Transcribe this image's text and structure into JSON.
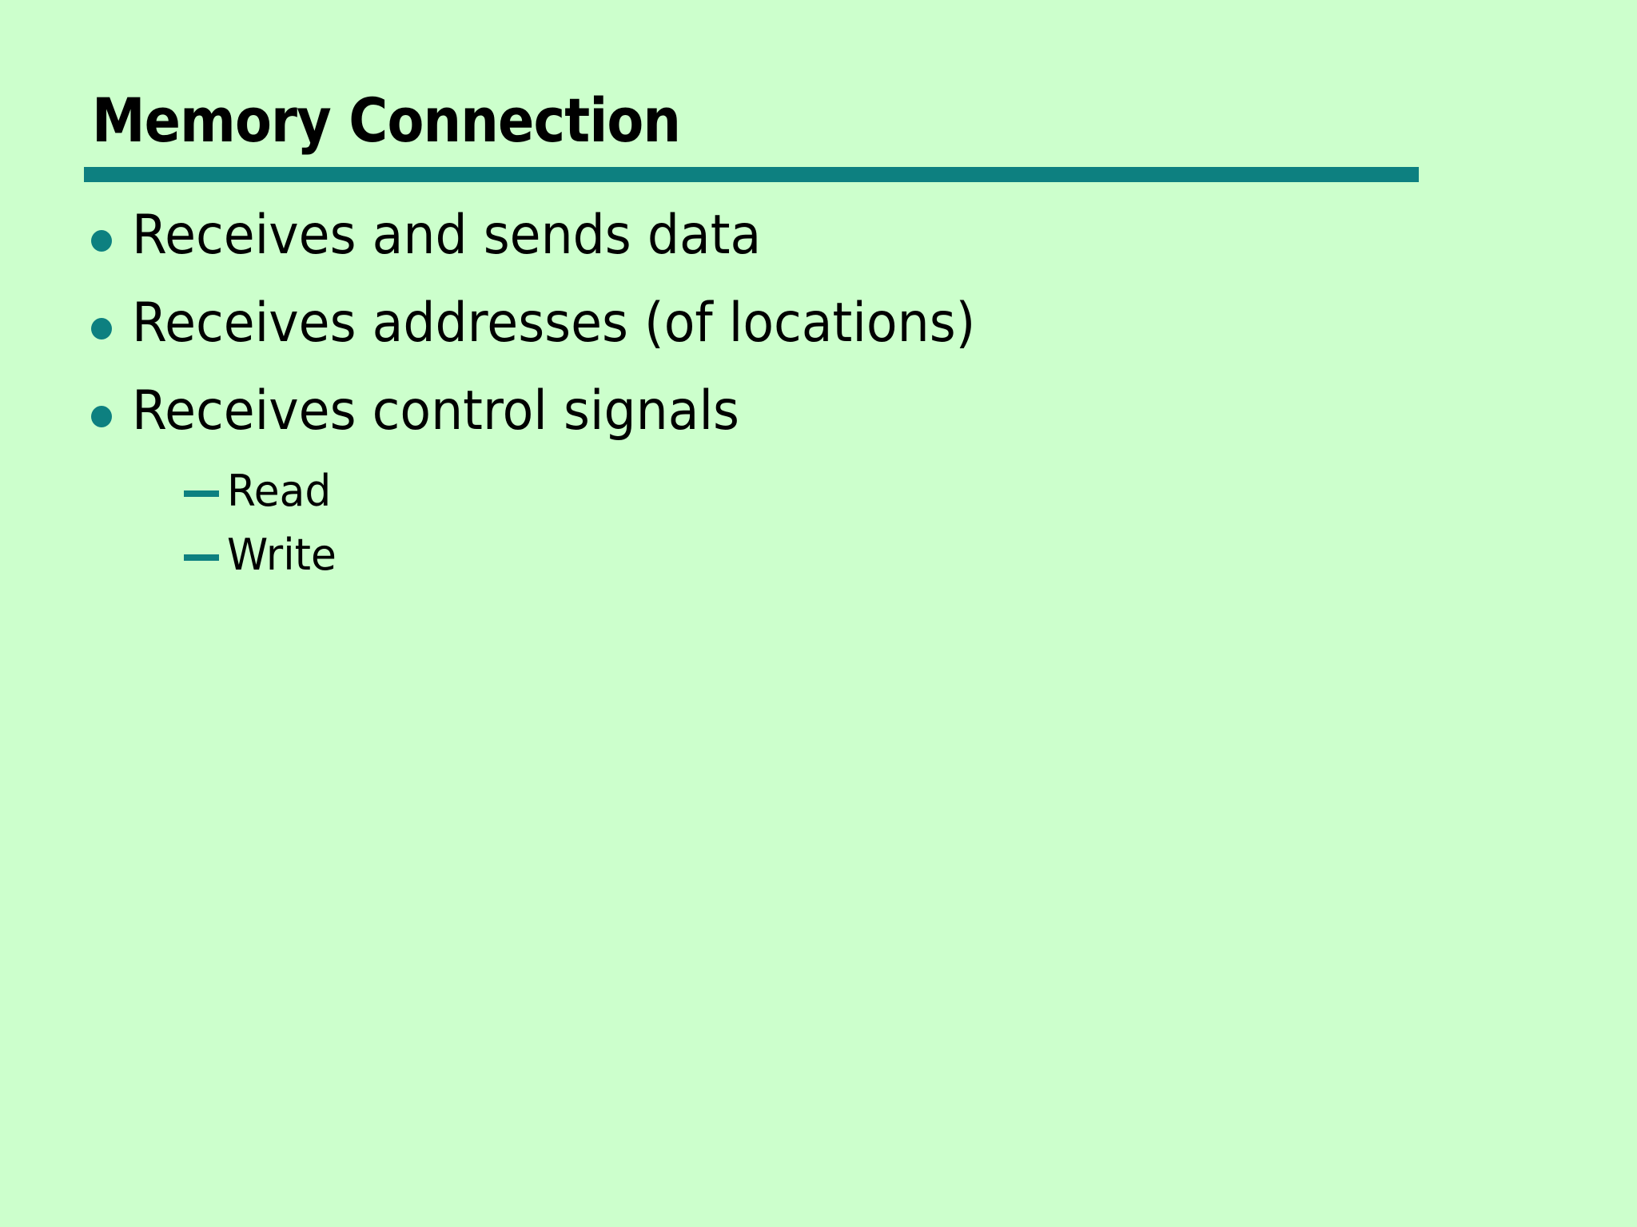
{
  "slide": {
    "background_color": "#ccffcc",
    "accent_color": "#0d8080",
    "text_color": "#000000",
    "title": "Memory Connection",
    "bullets": [
      {
        "text": "Receives and sends data",
        "marker": "bullet-dot-icon"
      },
      {
        "text": "Receives addresses (of locations)",
        "marker": "bullet-dot-icon"
      },
      {
        "text": "Receives control signals",
        "marker": "bullet-dot-icon"
      }
    ],
    "sub_bullets": [
      {
        "text": "Read",
        "marker": "em-dash-icon"
      },
      {
        "text": "Write",
        "marker": "em-dash-icon"
      }
    ]
  }
}
